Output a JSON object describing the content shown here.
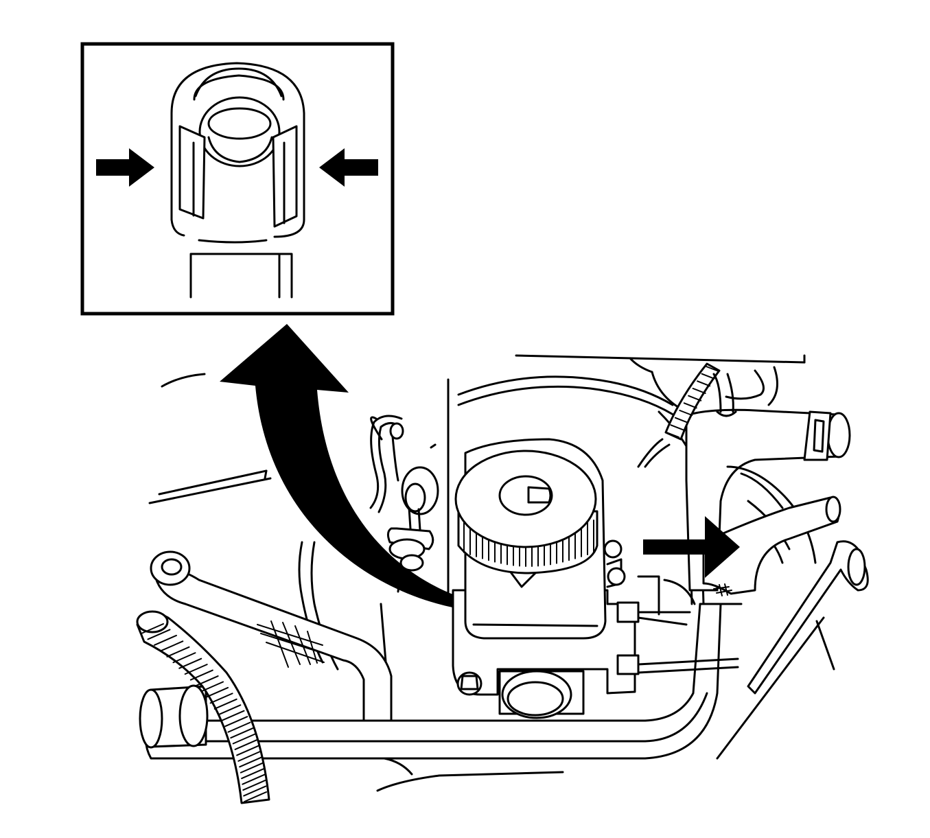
{
  "figure": {
    "ink_color": "#000000",
    "paper_color": "#ffffff",
    "components": [
      "detail-inset",
      "quick-connect-fitting",
      "release-tabs",
      "squeeze-arrows",
      "removal-arrow",
      "pull-arrow",
      "brake-fluid-reservoir",
      "reservoir-cap",
      "master-cylinder",
      "brake-booster",
      "vacuum-hose",
      "corrugated-conduit",
      "coolant-hose",
      "heater-hoses",
      "brake-lines",
      "wiring-harness"
    ]
  }
}
